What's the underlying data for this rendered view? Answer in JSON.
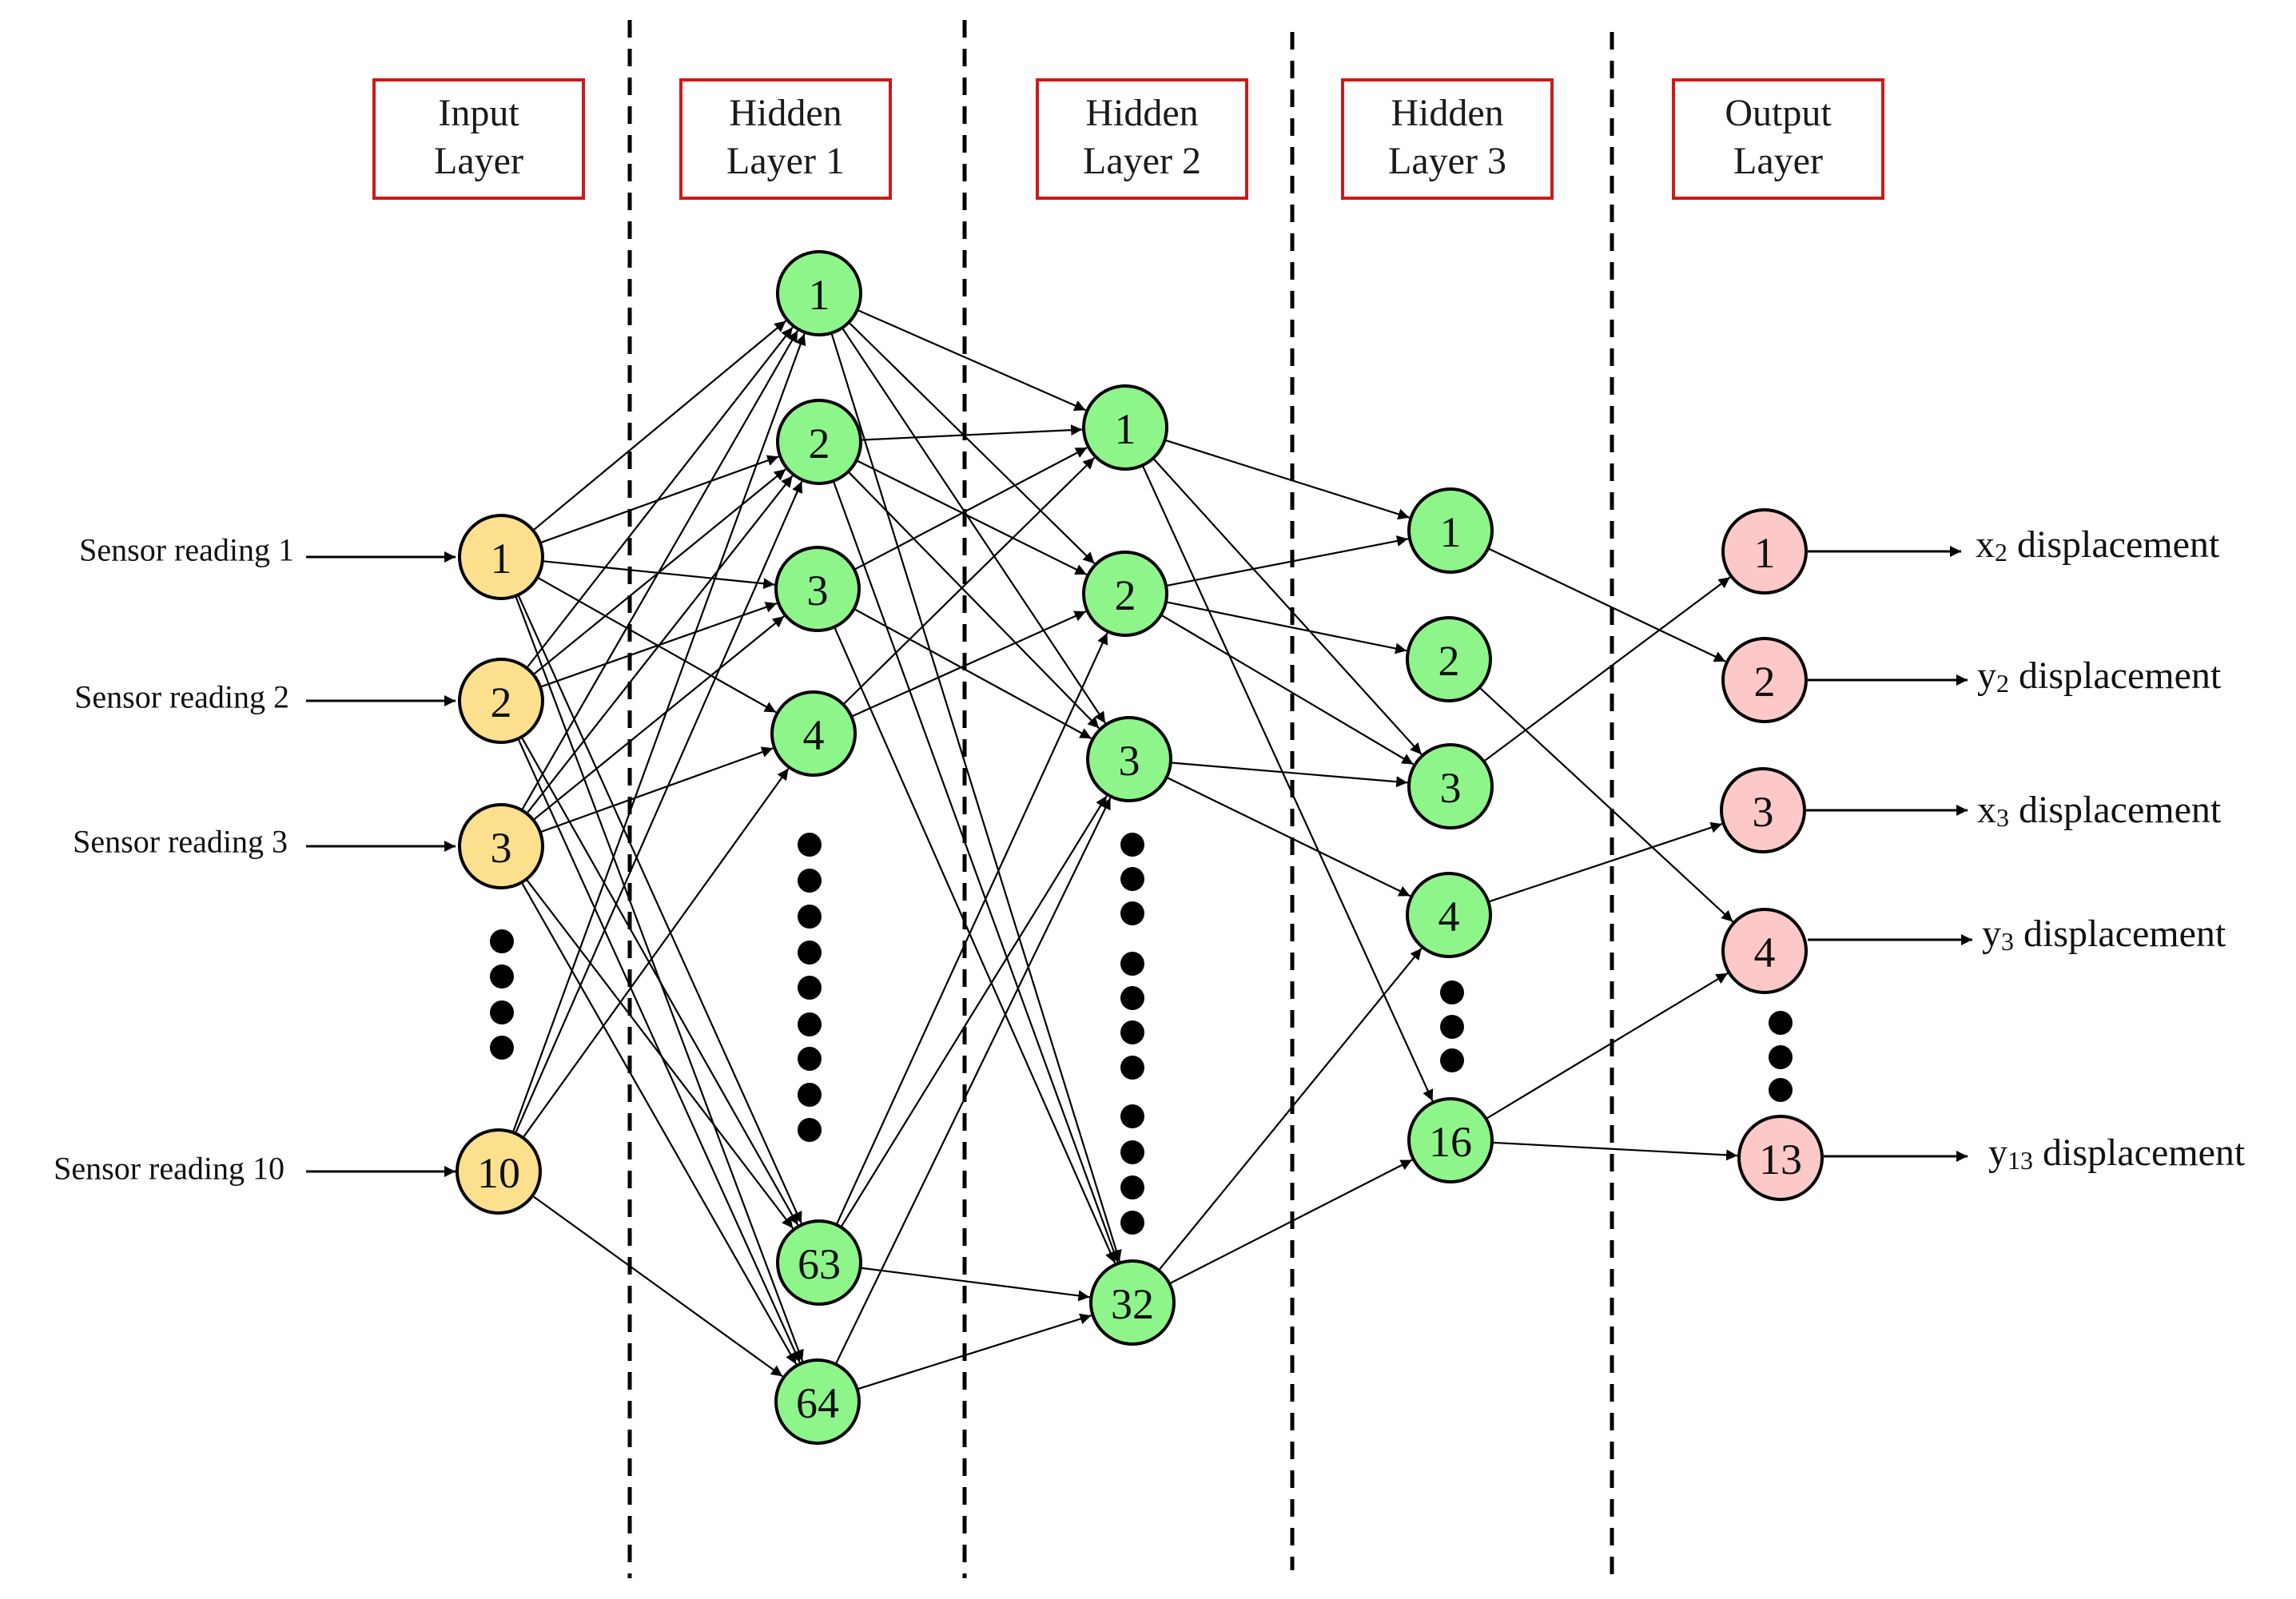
{
  "colors": {
    "input_node": "#fde08e",
    "hidden_node": "#8ef58a",
    "output_node": "#fcc8c8",
    "box_border": "#cc1a1a",
    "line": "#000000"
  },
  "layers": [
    {
      "title_line1": "Input",
      "title_line2": "Layer"
    },
    {
      "title_line1": "Hidden",
      "title_line2": "Layer 1"
    },
    {
      "title_line1": "Hidden",
      "title_line2": "Layer 2"
    },
    {
      "title_line1": "Hidden",
      "title_line2": "Layer 3"
    },
    {
      "title_line1": "Output",
      "title_line2": "Layer"
    }
  ],
  "inputs": [
    {
      "node": "1",
      "label": "Sensor reading 1"
    },
    {
      "node": "2",
      "label": "Sensor reading 2"
    },
    {
      "node": "3",
      "label": "Sensor reading 3"
    },
    {
      "node": "10",
      "label": "Sensor reading 10"
    }
  ],
  "hidden1": [
    "1",
    "2",
    "3",
    "4",
    "63",
    "64"
  ],
  "hidden2": [
    "1",
    "2",
    "3",
    "32"
  ],
  "hidden3": [
    "1",
    "2",
    "3",
    "4",
    "16"
  ],
  "outputs": [
    {
      "node": "1",
      "var": "x",
      "sub": "2",
      "text": "displacement"
    },
    {
      "node": "2",
      "var": "y",
      "sub": "2",
      "text": "displacement"
    },
    {
      "node": "3",
      "var": "x",
      "sub": "3",
      "text": "displacement"
    },
    {
      "node": "4",
      "var": "y",
      "sub": "3",
      "text": "displacement"
    },
    {
      "node": "13",
      "var": "y",
      "sub": "13",
      "text": "displacement"
    }
  ]
}
